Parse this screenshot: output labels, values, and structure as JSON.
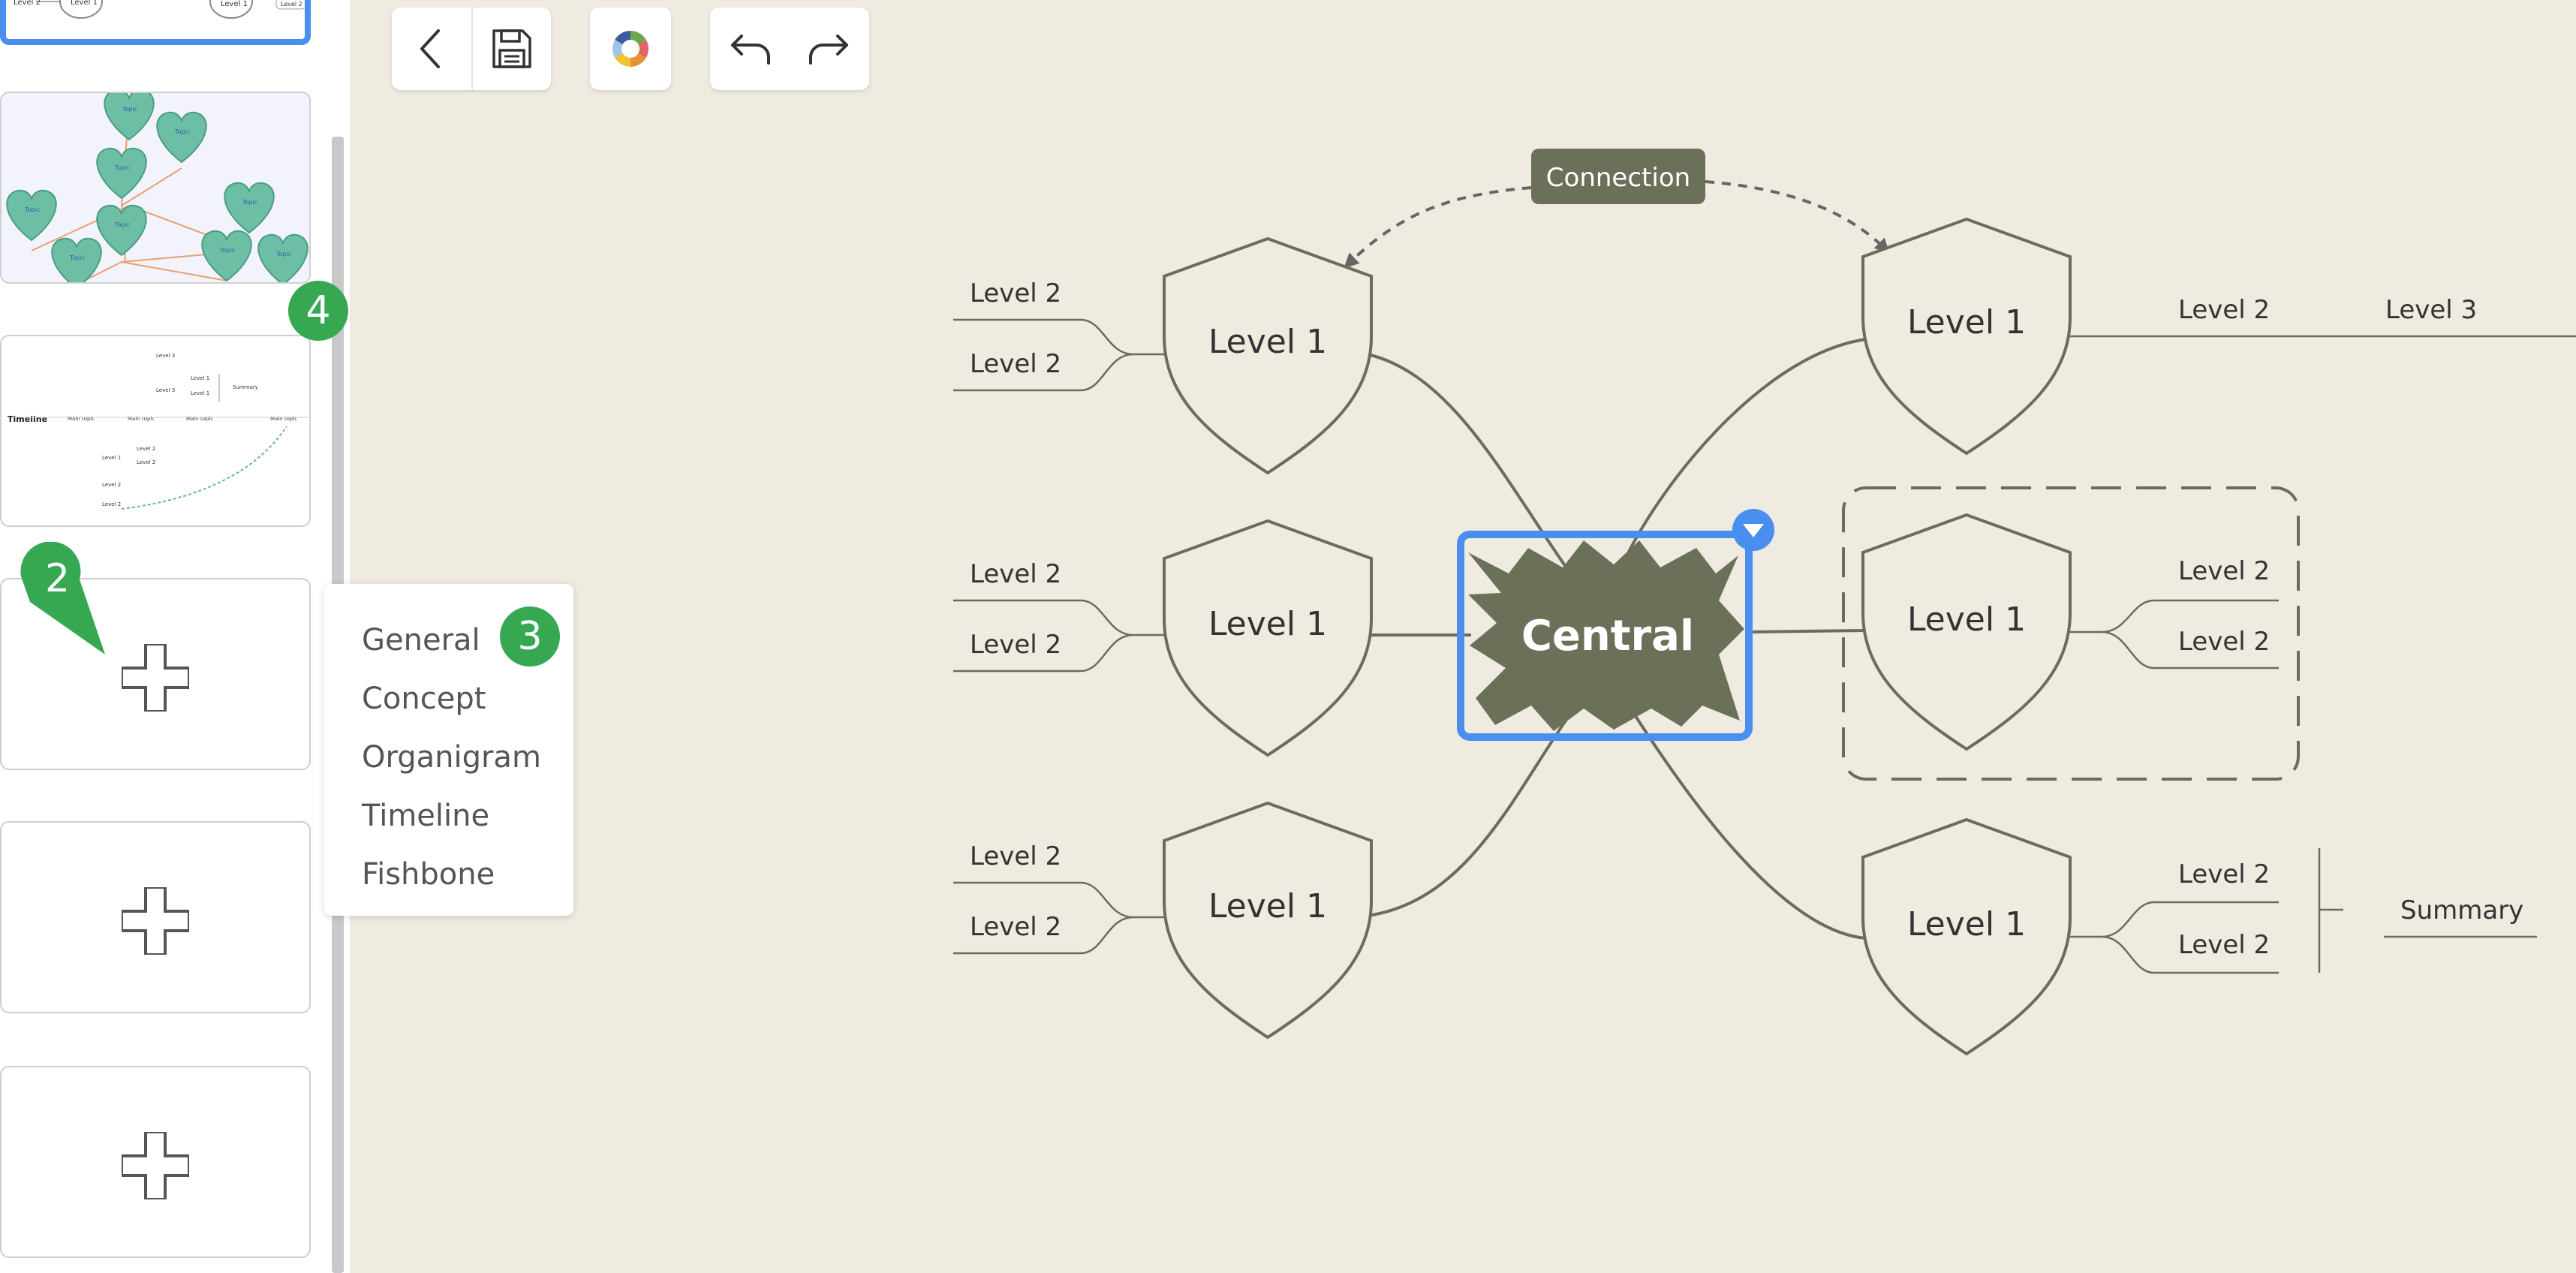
{
  "toolbar": {
    "buttons": [
      "back-icon",
      "save-icon",
      "theme-icon",
      "undo-icon",
      "redo-icon"
    ]
  },
  "sidebar": {
    "markers": {
      "m2": "2",
      "m3": "3",
      "m4": "4"
    }
  },
  "menu": {
    "items": [
      "General",
      "Concept",
      "Organigram",
      "Timeline",
      "Fishbone"
    ]
  },
  "thumbnails": {
    "first": {
      "level2": "Level 2",
      "level1": "Level 1"
    },
    "hearts_topic": "Topic",
    "timeline": {
      "title": "Timeline",
      "main": "Main topic",
      "level1": "Level 1",
      "level2": "Level 2",
      "level3": "Level 3",
      "summary": "Summary"
    }
  },
  "map": {
    "central": "Central",
    "connection": "Connection",
    "level1": "Level 1",
    "level2": "Level 2",
    "level3": "Level 3",
    "summary": "Summary"
  },
  "colors": {
    "accent": "#4a8ef0",
    "node_dark": "#6b7159",
    "line": "#6b6b5e",
    "marker": "#36a852",
    "canvas": "#efebe1"
  }
}
